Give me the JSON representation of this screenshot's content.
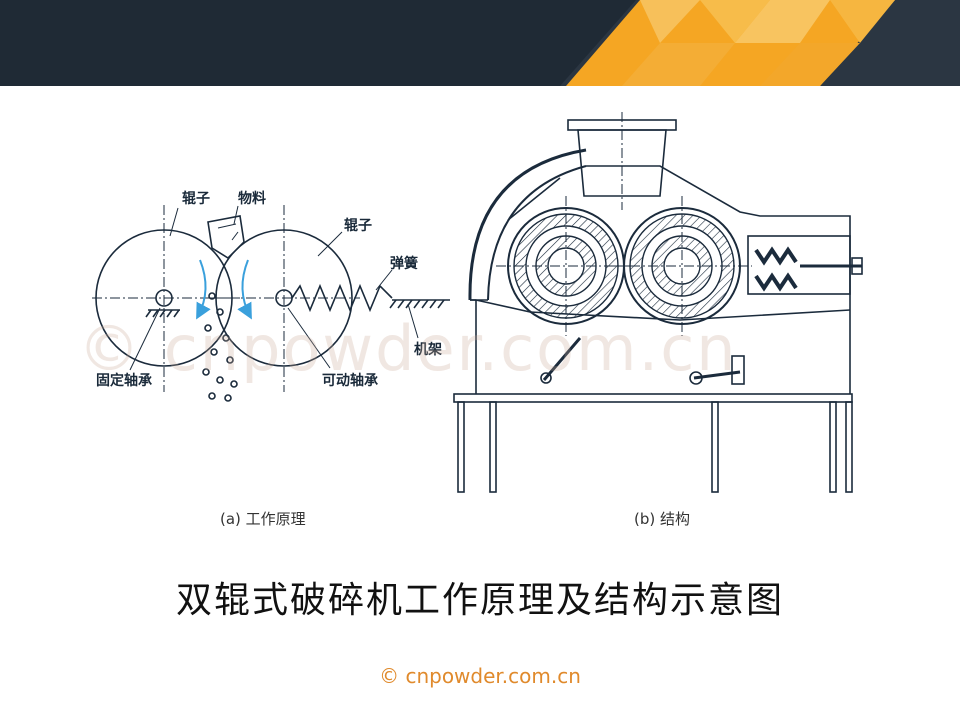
{
  "colors": {
    "header_dark": "#1f2a35",
    "accent_orange": "#f5a623",
    "accent_orange_light": "#f7c05a",
    "diagram_line": "#1b2b3c",
    "flow_arrow": "#3aa0dc",
    "footer_text": "#e08a2c"
  },
  "diagram_a": {
    "label_roller_left": "辊子",
    "label_material": "物料",
    "label_roller_right": "辊子",
    "label_spring": "弹簧",
    "label_frame": "机架",
    "label_fixed_bearing": "固定轴承",
    "label_movable_bearing": "可动轴承",
    "caption": "(a) 工作原理"
  },
  "diagram_b": {
    "caption": "(b) 结构"
  },
  "watermark": "© cnpowder.com.cn",
  "title": "双辊式破碎机工作原理及结构示意图",
  "footer": "© cnpowder.com.cn"
}
